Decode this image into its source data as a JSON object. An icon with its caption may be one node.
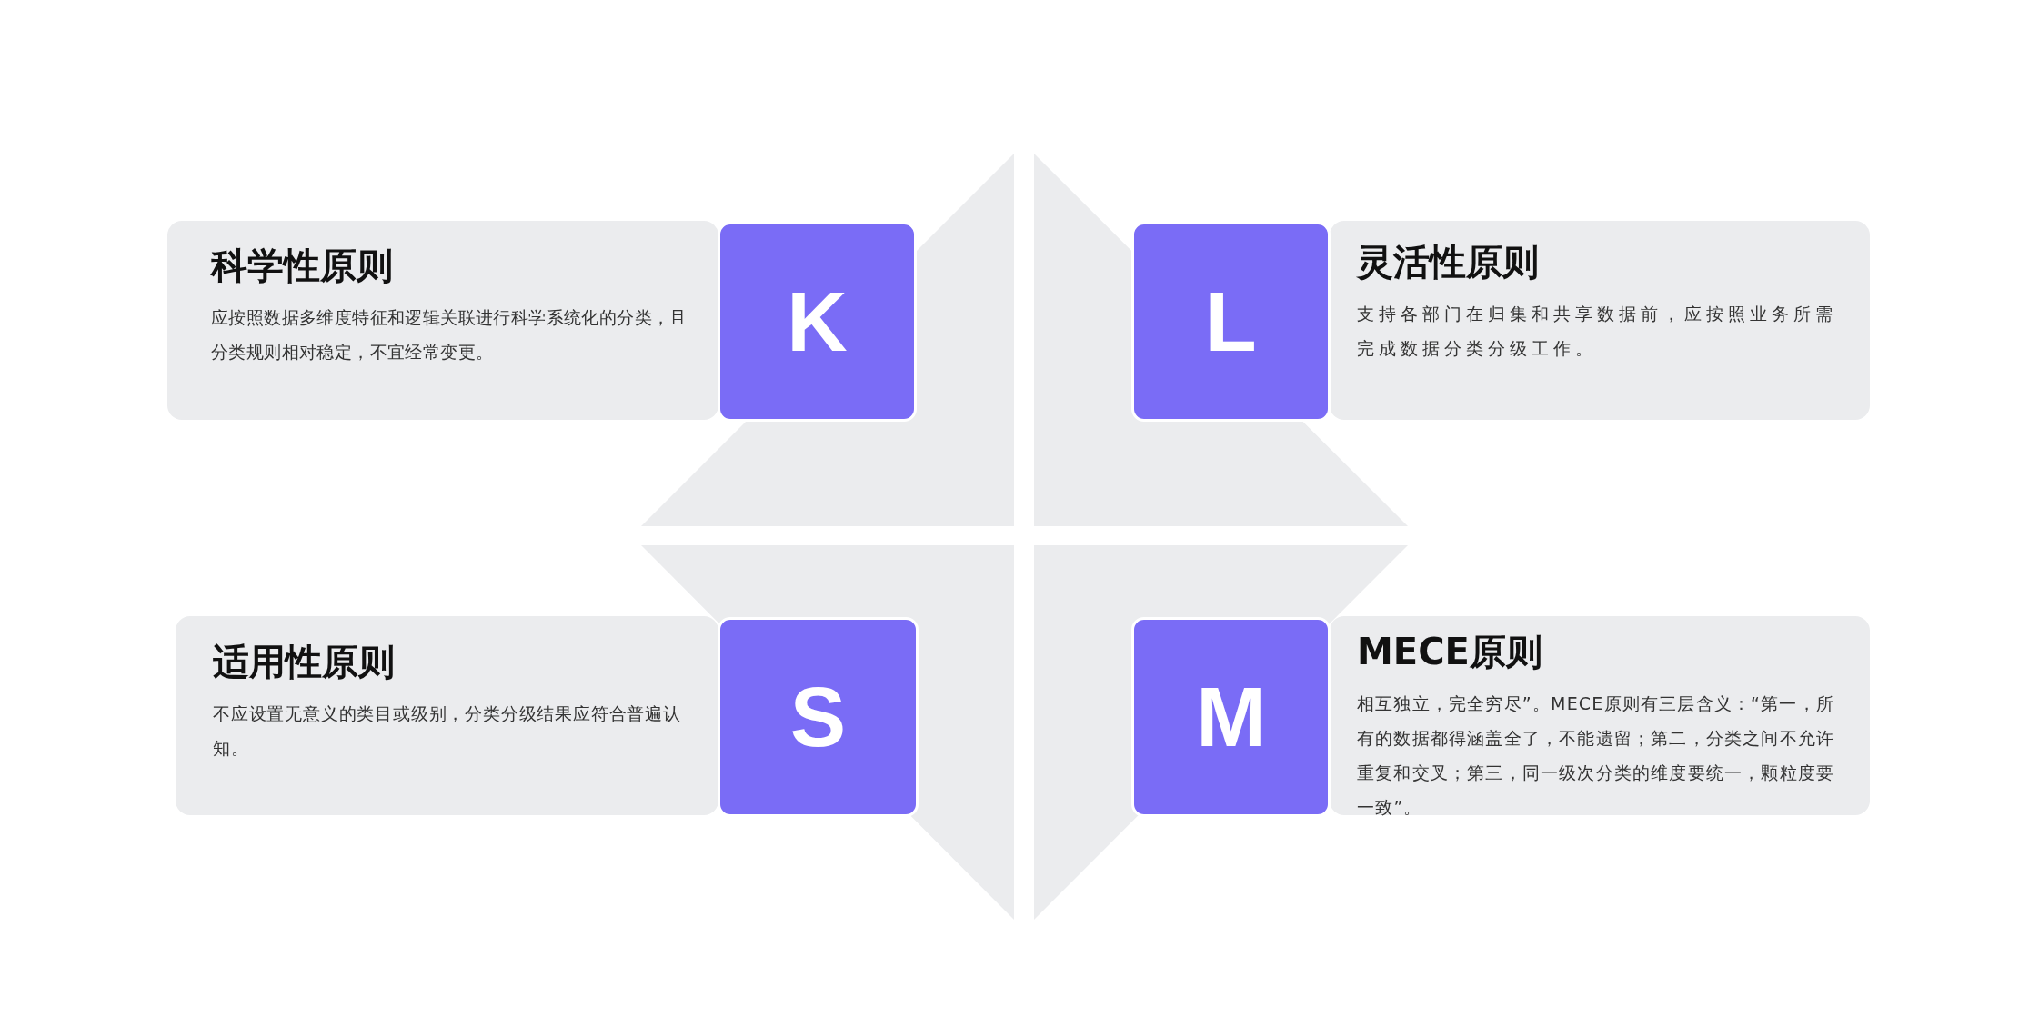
{
  "diagram": {
    "nodes": [
      {
        "text": [
          "科学性原则",
          "应按照数据多维度特征和逻辑关联进行科学系统化的分类，且分类规则相对稳定，不宜经常变更。"
        ]
      },
      {
        "text": [
          "K"
        ]
      },
      {
        "text": [
          "L"
        ]
      },
      {
        "text": [
          "灵活性原则",
          "支持各部门在归集和共享数据前，应按照业务所需完成数据分类分级工作。"
        ]
      },
      {
        "text": [
          "适用性原则",
          "不应设置无意义的类目或级别，分类分级结果应符合普遍认知。"
        ]
      },
      {
        "text": [
          "S"
        ]
      },
      {
        "text": [
          "M"
        ]
      },
      {
        "text": [
          "MECE原则",
          "相互独立，完全穷尽”。MECE原则有三层含义：“第一，所有的数据都得涵盖全了，不能遗留；第二，分类之间不允许重复和交叉；第三，同一级次分类的维度要统一，颗粒度要一致”。"
        ]
      }
    ],
    "edges": []
  }
}
